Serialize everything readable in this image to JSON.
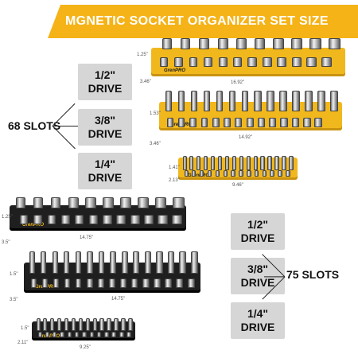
{
  "title": "MGNETIC SOCKET ORGANIZER SET SIZE",
  "colors": {
    "banner": "#f5b318",
    "panel": "#d6d6d6",
    "rail_yellow": "#f1b81e",
    "rail_black": "#1f1f1f"
  },
  "yellow_set": {
    "slot_count_label": "68 SLOTS",
    "drives": [
      {
        "size": "1/2\"",
        "word": "DRIVE"
      },
      {
        "size": "3/8\"",
        "word": "DRIVE"
      },
      {
        "size": "1/4\"",
        "word": "DRIVE"
      }
    ],
    "dims": {
      "d1_height": "1.25\"",
      "d1_width": "16.92\"",
      "d1_depth": "3.46\"",
      "d2_height": "1.53\"",
      "d2_width": "14.92\"",
      "d2_depth": "3.46\"",
      "d3_height": "1.41\"",
      "d3_width": "9.46\"",
      "d3_depth": "2.13\""
    },
    "brand": "GrenPRO"
  },
  "black_set": {
    "slot_count_label": "75 SLOTS",
    "drives": [
      {
        "size": "1/2\"",
        "word": "DRIVE"
      },
      {
        "size": "3/8\"",
        "word": "DRIVE"
      },
      {
        "size": "1/4\"",
        "word": "DRIVE"
      }
    ],
    "dims": {
      "d1_height": "1.25\"",
      "d1_width": "14.75\"",
      "d1_depth": "3.5\"",
      "d2_height": "1.5\"",
      "d2_width": "14.75\"",
      "d2_depth": "3.5\"",
      "d3_height": "1.5\"",
      "d3_width": "9.25\"",
      "d3_depth": "2.11\""
    },
    "brand": "GrenPRO"
  }
}
